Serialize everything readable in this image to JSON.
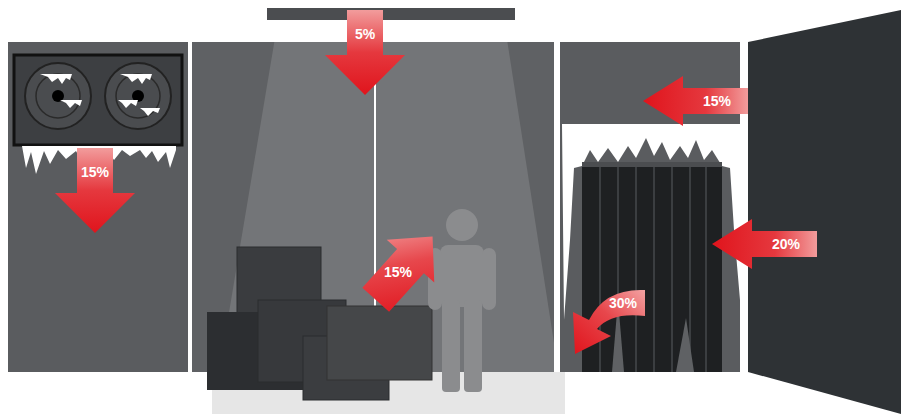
{
  "diagram": {
    "nodes": [
      {
        "text": [
          "15%"
        ]
      },
      {
        "text": [
          "5%"
        ]
      },
      {
        "text": [
          "15%"
        ]
      },
      {
        "text": [
          "20%"
        ]
      },
      {
        "text": [
          "15%"
        ]
      },
      {
        "text": [
          "30%"
        ]
      }
    ]
  }
}
